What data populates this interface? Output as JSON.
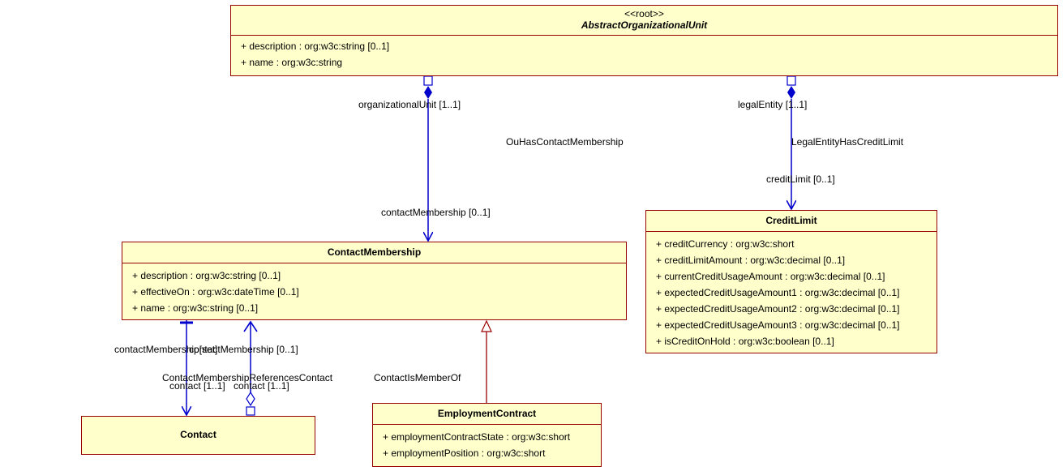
{
  "classes": {
    "abstract_ou": {
      "stereotype": "<<root>>",
      "name": "AbstractOrganizationalUnit",
      "attributes": [
        "+ description : org:w3c:string [0..1]",
        "+ name : org:w3c:string"
      ]
    },
    "contact_membership": {
      "name": "ContactMembership",
      "attributes": [
        "+ description : org:w3c:string [0..1]",
        "+ effectiveOn : org:w3c:dateTime [0..1]",
        "+ name : org:w3c:string [0..1]"
      ]
    },
    "credit_limit": {
      "name": "CreditLimit",
      "attributes": [
        "+ creditCurrency : org:w3c:short",
        "+ creditLimitAmount : org:w3c:decimal [0..1]",
        "+ currentCreditUsageAmount : org:w3c:decimal [0..1]",
        "+ expectedCreditUsageAmount1 : org:w3c:decimal [0..1]",
        "+ expectedCreditUsageAmount2 : org:w3c:decimal [0..1]",
        "+ expectedCreditUsageAmount3 : org:w3c:decimal [0..1]",
        "+ isCreditOnHold : org:w3c:boolean [0..1]"
      ]
    },
    "contact": {
      "name": "Contact",
      "attributes": []
    },
    "employment_contract": {
      "name": "EmploymentContract",
      "attributes": [
        "+ employmentContractState : org:w3c:short",
        "+ employmentPosition : org:w3c:short"
      ]
    }
  },
  "labels": {
    "ou_role": "organizationalUnit [1..1]",
    "ou_assoc": "OuHasContactMembership",
    "cm_role": "contactMembership [0..1]",
    "le_role": "legalEntity [1..1]",
    "le_assoc": "LegalEntityHasCreditLimit",
    "cl_role": "creditLimit [0..1]",
    "cmset_role": "contactMembership[set]",
    "cm_role2": "contactMembership [0..1]",
    "cmrc_assoc": "ContactMembershipReferencesContact",
    "contact_role1": "contact [1..1]",
    "contact_role2": "contact [1..1]",
    "member_of": "ContactIsMemberOf"
  },
  "colors": {
    "association": "#0000cc",
    "generalization": "#990000",
    "class_fill": "#ffffcc",
    "class_border": "#990000"
  }
}
